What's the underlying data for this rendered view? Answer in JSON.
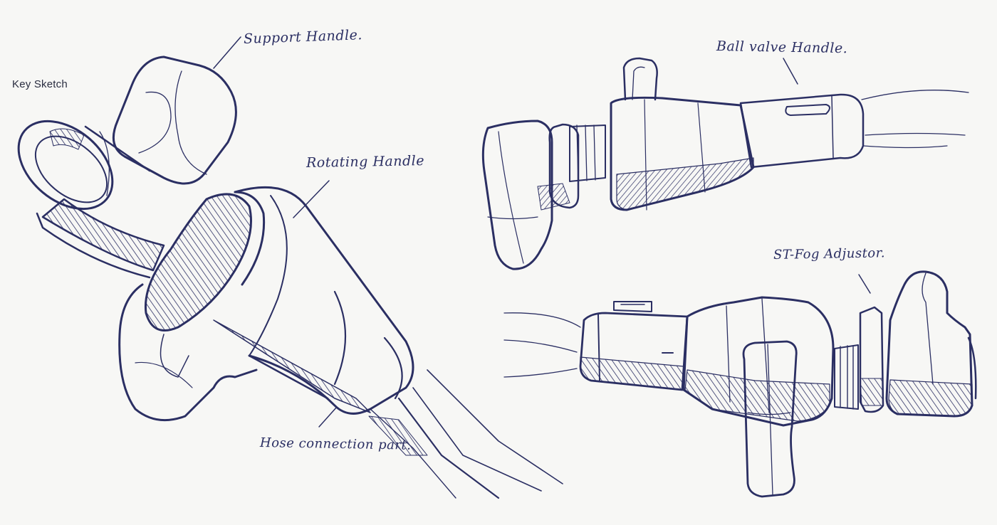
{
  "sheet": {
    "title": "Key Sketch",
    "ink_color": "#2b2f63",
    "paper_color": "#f7f7f5"
  },
  "annotations": {
    "support_handle": "Support Handle.",
    "rotating_handle": "Rotating Handle",
    "ball_valve_handle": "Ball valve Handle.",
    "st_fog_adjustor": "ST-Fog Adjustor.",
    "hose_connection": "Hose connection part."
  },
  "sketches": [
    {
      "id": "key-sketch",
      "view": "perspective",
      "position": "left"
    },
    {
      "id": "side-view-top",
      "view": "side",
      "position": "top-right"
    },
    {
      "id": "side-view-bottom",
      "view": "side",
      "position": "bottom-right"
    }
  ]
}
